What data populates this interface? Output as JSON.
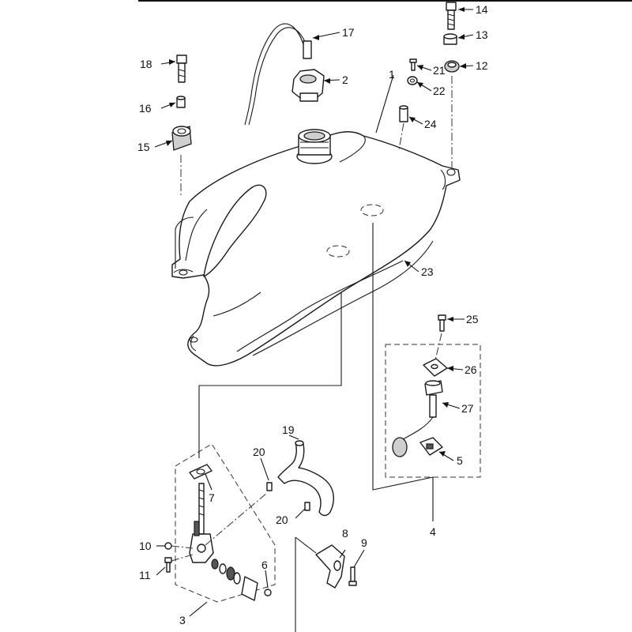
{
  "colors": {
    "line": "#1a1a1a",
    "background": "#ffffff",
    "shade": "#cfcfcf"
  },
  "callouts": [
    {
      "id": "c1",
      "label": "1"
    },
    {
      "id": "c2",
      "label": "2"
    },
    {
      "id": "c3",
      "label": "3"
    },
    {
      "id": "c4",
      "label": "4"
    },
    {
      "id": "c5",
      "label": "5"
    },
    {
      "id": "c6",
      "label": "6"
    },
    {
      "id": "c7",
      "label": "7"
    },
    {
      "id": "c8",
      "label": "8"
    },
    {
      "id": "c9",
      "label": "9"
    },
    {
      "id": "c10",
      "label": "10"
    },
    {
      "id": "c11",
      "label": "11"
    },
    {
      "id": "c12",
      "label": "12"
    },
    {
      "id": "c13",
      "label": "13"
    },
    {
      "id": "c14",
      "label": "14"
    },
    {
      "id": "c15",
      "label": "15"
    },
    {
      "id": "c16",
      "label": "16"
    },
    {
      "id": "c17",
      "label": "17"
    },
    {
      "id": "c18",
      "label": "18"
    },
    {
      "id": "c19",
      "label": "19"
    },
    {
      "id": "c20a",
      "label": "20"
    },
    {
      "id": "c20b",
      "label": "20"
    },
    {
      "id": "c21",
      "label": "21"
    },
    {
      "id": "c22",
      "label": "22"
    },
    {
      "id": "c23",
      "label": "23"
    },
    {
      "id": "c24",
      "label": "24"
    },
    {
      "id": "c25",
      "label": "25"
    },
    {
      "id": "c26",
      "label": "26"
    },
    {
      "id": "c27",
      "label": "27"
    }
  ]
}
